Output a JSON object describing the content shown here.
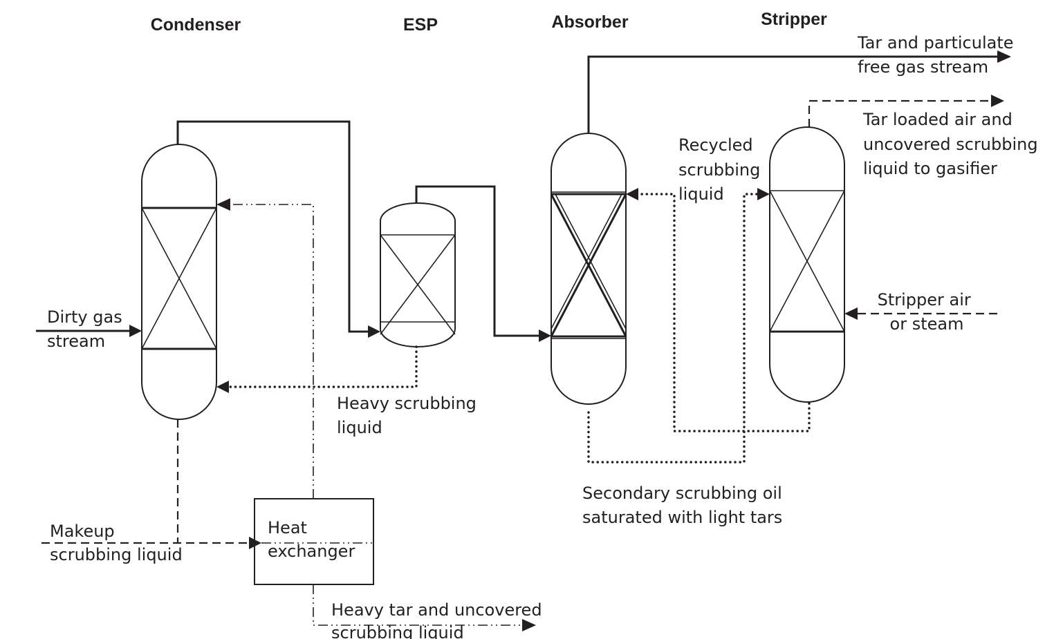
{
  "headers": {
    "condenser": "Condenser",
    "esp": "ESP",
    "absorber": "Absorber",
    "stripper": "Stripper"
  },
  "labels": {
    "clean_gas": [
      "Tar and particulate",
      "free gas stream"
    ],
    "tar_loaded_air": [
      "Tar loaded air and",
      "uncovered scrubbing",
      "liquid to gasifier"
    ],
    "recycled": [
      "Recycled",
      "scrubbing",
      "liquid"
    ],
    "dirty_gas": [
      "Dirty gas",
      "stream"
    ],
    "stripper_air": [
      "Stripper air",
      "or steam"
    ],
    "heavy_scrubbing": [
      "Heavy scrubbing",
      "liquid"
    ],
    "secondary_oil": [
      "Secondary scrubbing oil",
      "saturated with light tars"
    ],
    "makeup": [
      "Makeup",
      "scrubbing liquid"
    ],
    "heat_exchanger": [
      "Heat",
      "exchanger"
    ],
    "heavy_tar": [
      "Heavy tar and uncovered",
      "scrubbing liquid"
    ]
  },
  "legend_line_styles": {
    "gas": "solid",
    "scrubbing_liquid": "dotted",
    "makeup_and_air": "dashed",
    "recirculation": "dash-dot"
  },
  "colors": {
    "ink": "#231f20",
    "background": "#ffffff"
  }
}
